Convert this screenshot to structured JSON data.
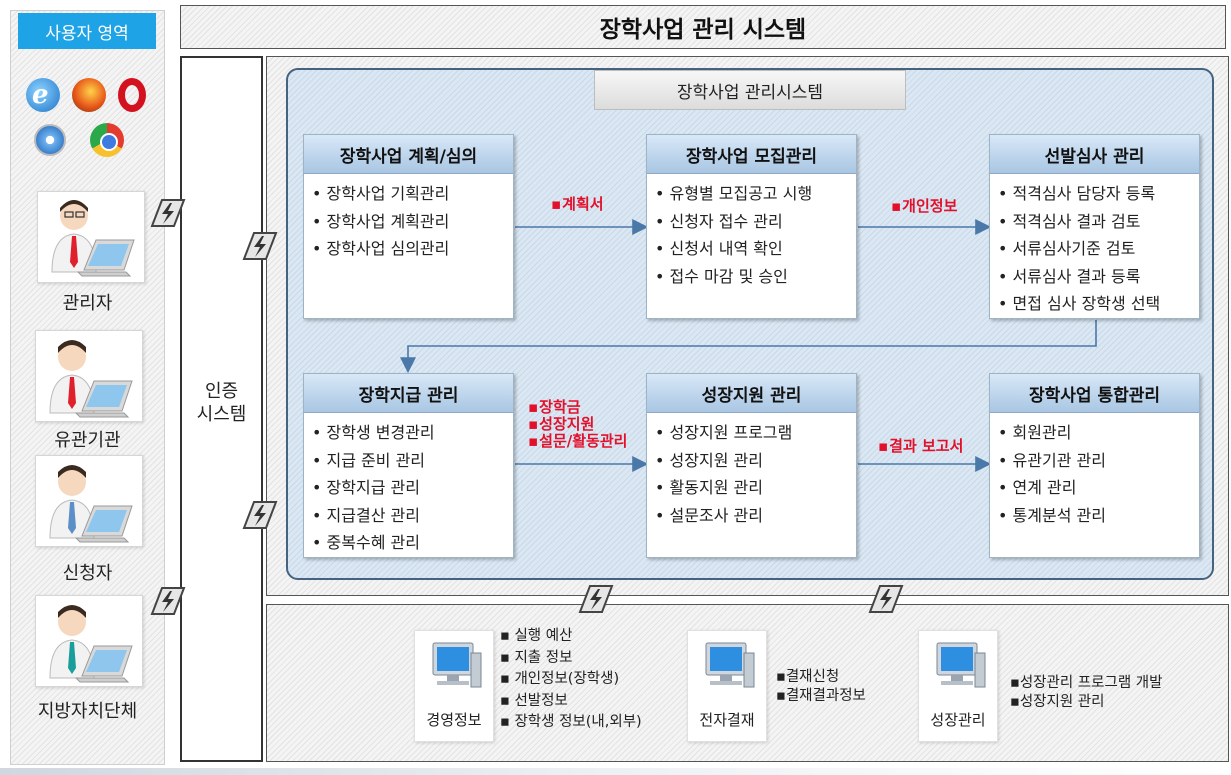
{
  "user_area": {
    "header": "사용자 영역",
    "browsers": [
      "ie-icon",
      "firefox-icon",
      "opera-icon",
      "safari-icon",
      "chrome-icon"
    ],
    "users": [
      {
        "label": "관리자",
        "tie": "#e0212d"
      },
      {
        "label": "유관기관",
        "tie": "#e0212d"
      },
      {
        "label": "신청자",
        "tie": "#5a8fc8"
      },
      {
        "label": "지방자치단체",
        "tie": "#1a9e9b"
      }
    ]
  },
  "title": "장학사업 관리 시스템",
  "auth": {
    "line1": "인증",
    "line2": "시스템"
  },
  "main": {
    "inner_title": "장학사업 관리시스템",
    "modules": [
      {
        "title": "장학사업 계획/심의",
        "items": [
          "장학사업 기획관리",
          "장학사업 계획관리",
          "장학사업 심의관리"
        ]
      },
      {
        "title": "장학사업 모집관리",
        "items": [
          "유형별 모집공고 시행",
          "신청자 접수 관리",
          "신청서 내역 확인",
          "접수 마감 및 승인"
        ]
      },
      {
        "title": "선발심사 관리",
        "items": [
          "적격심사 담당자 등록",
          "적격심사 결과 검토",
          "서류심사기준 검토",
          "서류심사 결과 등록",
          "면접 심사 장학생 선택"
        ]
      },
      {
        "title": "장학지급 관리",
        "items": [
          "장학생 변경관리",
          "지급 준비 관리",
          "장학지급 관리",
          "지급결산 관리",
          "중복수혜 관리"
        ]
      },
      {
        "title": "성장지원 관리",
        "items": [
          "성장지원 프로그램",
          "성장지원 관리",
          "활동지원 관리",
          "설문조사 관리"
        ]
      },
      {
        "title": "장학사업 통합관리",
        "items": [
          "회원관리",
          "유관기관 관리",
          "연계 관리",
          "통계분석 관리"
        ]
      }
    ],
    "flows": {
      "plan_to_recruit": [
        "계획서"
      ],
      "recruit_to_select": [
        "개인정보"
      ],
      "pay_to_growth": [
        "장학금",
        "성장지원",
        "설문/활동관리"
      ],
      "growth_to_integrated": [
        "결과 보고서"
      ]
    }
  },
  "bottom": {
    "systems": [
      {
        "label": "경영정보",
        "items": [
          "실행 예산",
          "지출 정보",
          "개인정보(장학생)",
          "선발정보",
          "장학생 정보(내,외부)"
        ]
      },
      {
        "label": "전자결재",
        "items": [
          "결재신청",
          "결재결과정보"
        ]
      },
      {
        "label": "성장관리",
        "items": [
          "성장관리 프로그램 개발",
          "성장지원 관리"
        ]
      }
    ]
  },
  "colors": {
    "accent": "#1ea3e6",
    "flow_text": "#e3102b",
    "module_header": "#a9c6e3",
    "arrow": "#4a78a8"
  }
}
